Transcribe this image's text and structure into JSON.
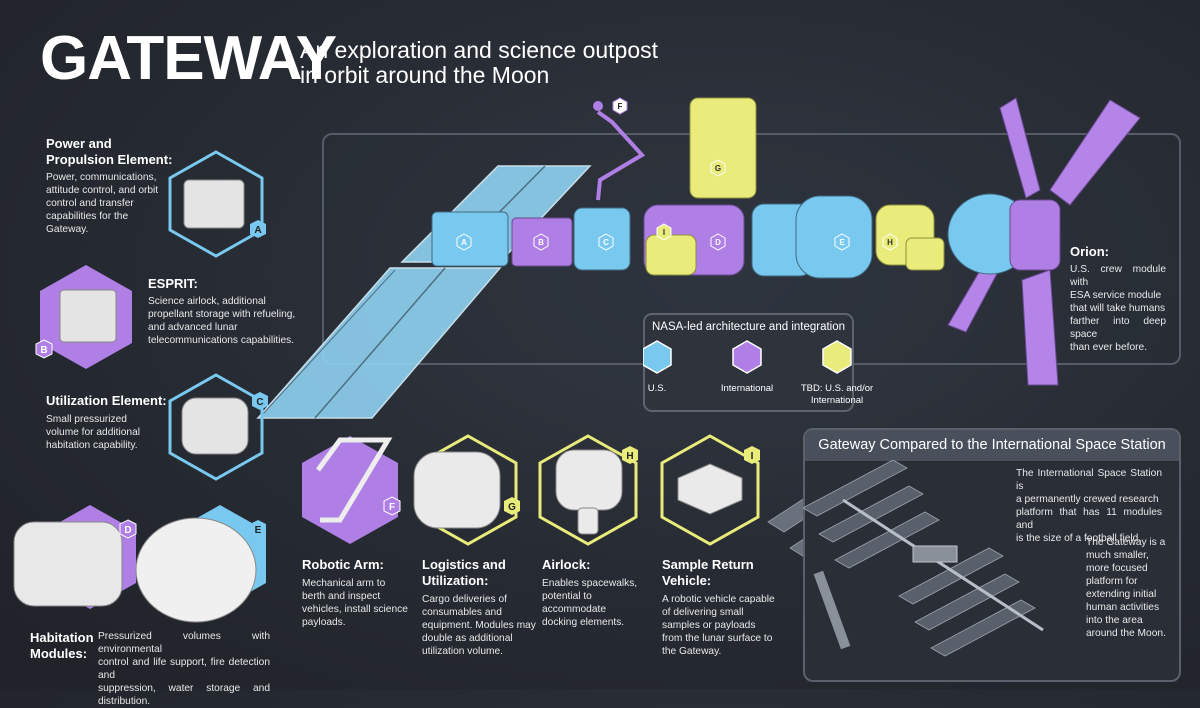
{
  "header": {
    "title": "GATEWAY",
    "subtitle_line1": "An exploration and science outpost",
    "subtitle_line2": "in orbit around the Moon"
  },
  "colors": {
    "us": "#79c8ef",
    "international": "#b07fe6",
    "tbd": "#e9eb7a",
    "background": "#262a32"
  },
  "elements": {
    "a": {
      "letter": "A",
      "title_line1": "Power and",
      "title_line2": "Propulsion Element:",
      "desc": [
        "Power, communications,",
        "attitude control, and orbit",
        "control and transfer",
        "capabilities for the",
        "Gateway."
      ]
    },
    "b": {
      "letter": "B",
      "title": "ESPRIT:",
      "desc": [
        "Science airlock, additional",
        "propellant storage with refueling,",
        "and advanced lunar",
        "telecommunications capabilities."
      ]
    },
    "c": {
      "letter": "C",
      "title": "Utilization Element:",
      "desc": [
        "Small pressurized",
        "volume for additional",
        "habitation capability."
      ]
    },
    "d": {
      "letter": "D"
    },
    "e": {
      "letter": "E"
    },
    "habitation": {
      "title_line1": "Habitation",
      "title_line2": "Modules:",
      "desc": [
        "Pressurized volumes with environmental",
        "control and life support, fire detection and",
        "suppression, water storage and distribution."
      ]
    },
    "f": {
      "letter": "F",
      "title": "Robotic Arm:",
      "desc": [
        "Mechanical arm to",
        "berth and inspect",
        "vehicles, install science",
        "payloads."
      ]
    },
    "g": {
      "letter": "G",
      "title_line1": "Logistics and",
      "title_line2": "Utilization:",
      "desc": [
        "Cargo deliveries of",
        "consumables and",
        "equipment. Modules may",
        "double as additional",
        "utilization volume."
      ]
    },
    "h": {
      "letter": "H",
      "title": "Airlock:",
      "desc": [
        "Enables spacewalks,",
        "potential to",
        "accommodate",
        "docking elements."
      ]
    },
    "i": {
      "letter": "I",
      "title_line1": "Sample Return",
      "title_line2": "Vehicle:",
      "desc": [
        "A robotic vehicle capable",
        "of delivering small",
        "samples or payloads",
        "from the lunar surface to",
        "the Gateway."
      ]
    }
  },
  "orion": {
    "title": "Orion:",
    "desc": [
      "U.S. crew module with",
      "ESA service module",
      "that will take humans",
      "farther into deep space",
      "than ever before."
    ]
  },
  "legend": {
    "title": "NASA-led architecture and integration",
    "us_label": "U.S.",
    "intl_label": "International",
    "tbd_line1": "TBD: U.S. and/or",
    "tbd_line2": "International"
  },
  "iss": {
    "title": "Gateway Compared to the International Space Station",
    "p1": [
      "The International Space Station is",
      "a permanently crewed research",
      "platform that has 11 modules and",
      "is the size of a football field."
    ],
    "p2": [
      "The Gateway is a",
      "much smaller,",
      "more focused",
      "platform for",
      "extending initial",
      "human activities",
      "into the area",
      "around the Moon."
    ]
  }
}
